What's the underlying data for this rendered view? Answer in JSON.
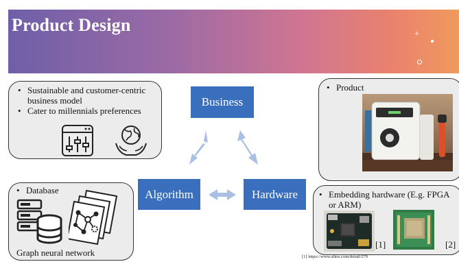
{
  "slide": {
    "title": "Product Design",
    "colors": {
      "banner_start": "#6f5fa8",
      "banner_end": "#ef9a5e",
      "node_blue": "#3a6fbd",
      "arrow_blue": "#a9bfe3",
      "box_fill": "#ececec"
    }
  },
  "business_box": {
    "bullets": [
      "Sustainable and customer-centric business model",
      "Cater to millennials preferences"
    ],
    "icons": [
      "settings-sliders-icon",
      "globe-in-hands-icon"
    ]
  },
  "database_box": {
    "bullet": "Database",
    "caption": "Graph neural network",
    "icons": [
      "database-server-icon",
      "graph-network-icon"
    ]
  },
  "product_box": {
    "bullet": "Product",
    "image": "product-photo"
  },
  "hardware_box": {
    "bullet": "Embedding hardware  (E.g. FPGA or ARM)",
    "labels": [
      "[1]",
      "[2]"
    ]
  },
  "diagram": {
    "nodes": {
      "business": "Business",
      "algorithm": "Algorithm",
      "hardware": "Hardware"
    }
  },
  "references": [
    "[1] https://www.alinx.com/detail/270"
  ]
}
